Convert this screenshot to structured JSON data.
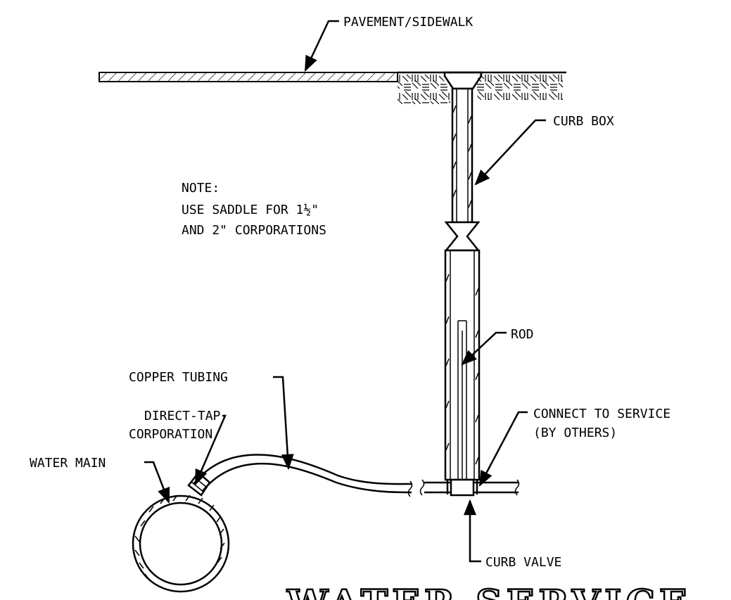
{
  "labels": {
    "pavement": "PAVEMENT/SIDEWALK",
    "curb_box": "CURB BOX",
    "note_title": "NOTE:",
    "note_line1": "USE SADDLE FOR 1½\"",
    "note_line2": "AND 2\" CORPORATIONS",
    "rod": "ROD",
    "copper_tubing": "COPPER TUBING",
    "direct_tap_1": "DIRECT-TAP",
    "direct_tap_2": "CORPORATION",
    "water_main": "WATER MAIN",
    "connect_1": "CONNECT TO SERVICE",
    "connect_2": "(BY OTHERS)",
    "curb_valve": "CURB VALVE",
    "title": "WATER SERVICE"
  }
}
